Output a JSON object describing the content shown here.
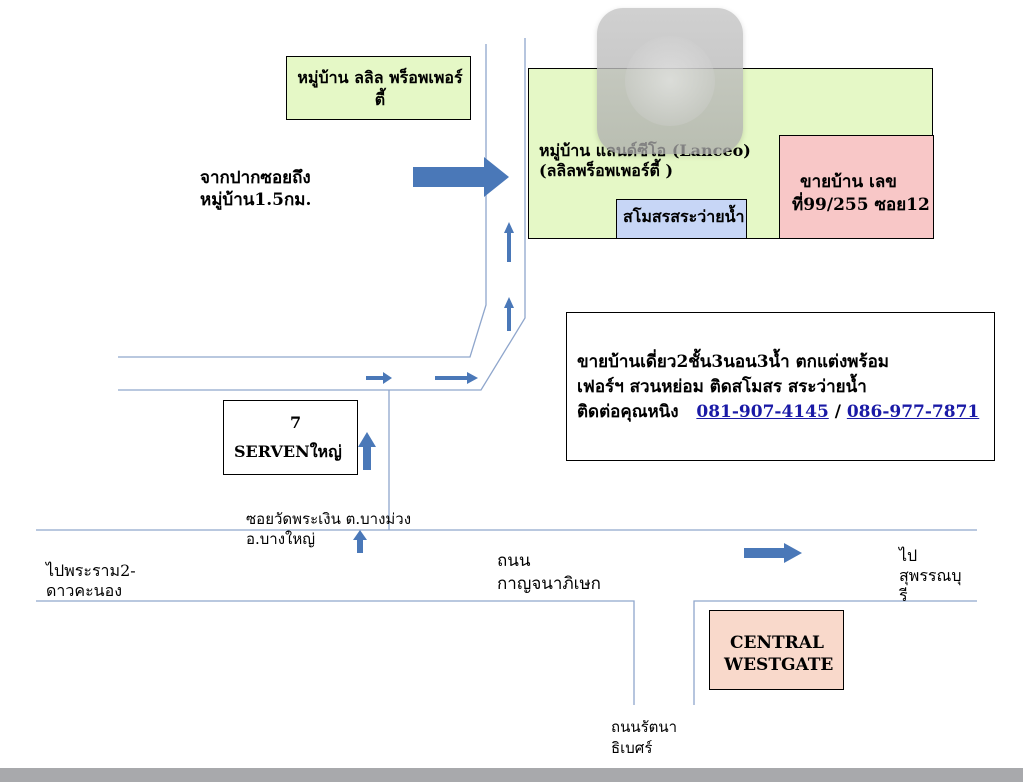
{
  "map": {
    "village_lalil": "หมู่บ้าน ลลิล พร็อพเพอร์ตี้",
    "from_soi": [
      "จากปากซอยถึง",
      "หมู่บ้าน1.5กม."
    ],
    "village_lanceo": [
      "หมู่บ้าน แลนด์ซีโอ (Lanceo)",
      "(ลลิลพร็อพเพอร์ตี้ )"
    ],
    "club": "สโมสรสระว่ายน้ำ",
    "house_sale": [
      "ขายบ้าน เลข",
      "ที่99/255 ซอย12"
    ],
    "info": {
      "line1": "ขายบ้านเดี่ยว2ชั้น3นอน3น้ำ ตกแต่งพร้อม",
      "line2": "เฟอร์ฯ สวนหย่อม  ติดสโมสร สระว่ายน้ำ",
      "contact": "ติดต่อคุณหนิง",
      "phone1": "081-907-4145",
      "separator": "/",
      "phone2": "086-977-7871"
    },
    "seven": [
      "7",
      "SERVENใหญ่"
    ],
    "soi_wat": [
      "ซอยวัดพระเงิน ต.บางม่วง",
      "อ.บางใหญ่"
    ],
    "to_rama2": [
      "ไปพระราม2-",
      "ดาวคะนอง"
    ],
    "road_kanchana": [
      "ถนน",
      "กาญจนาภิเษก"
    ],
    "to_suphan": [
      "ไป",
      "สุพรรณบุ",
      "รี"
    ],
    "central": [
      "CENTRAL",
      "WESTGATE"
    ],
    "road_rattana": [
      "ถนนรัตนา",
      "ธิเบศร์"
    ],
    "colors": {
      "road": "#8fa6cc",
      "arrow": "#4a78b8",
      "village_fill": "#e5f8c6",
      "club_fill": "#c7d6f6",
      "house_fill": "#f8c7c7",
      "central_fill": "#f9d9cb"
    }
  }
}
